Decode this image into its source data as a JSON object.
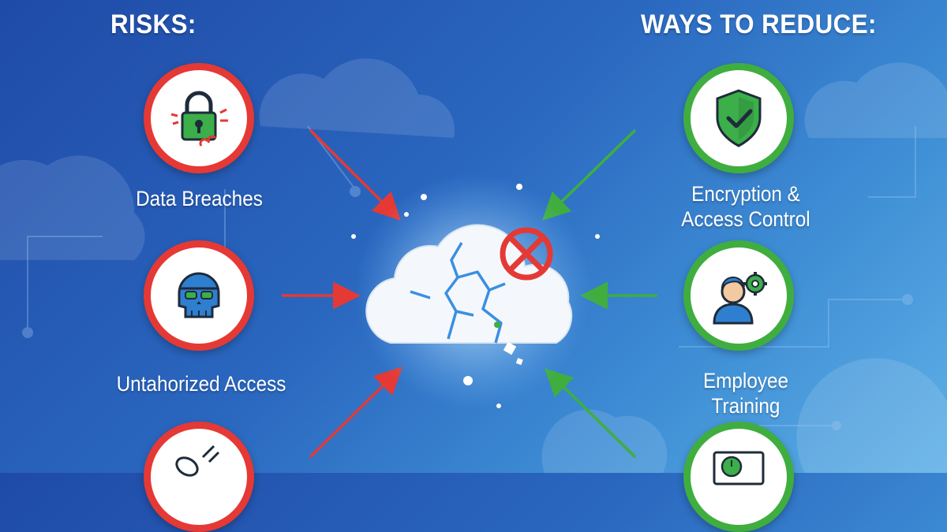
{
  "headings": {
    "risks": "RISKS:",
    "ways_to_reduce": "WAYS TO REDUCE:"
  },
  "risks": [
    {
      "label": "Data Breaches",
      "icon": "broken-padlock-icon"
    },
    {
      "label": "Untahorized Access",
      "icon": "hacker-skull-icon"
    },
    {
      "label": "",
      "icon": "broken-cable-icon"
    }
  ],
  "mitigations": [
    {
      "label_line1": "Encryption &",
      "label_line2": "Access Control",
      "icon": "shield-check-icon"
    },
    {
      "label_line1": "Employee",
      "label_line2": "Training",
      "icon": "person-gear-icon"
    },
    {
      "label_line1": "",
      "label_line2": "",
      "icon": "monitor-clock-icon"
    }
  ],
  "center": {
    "icon": "cracked-cloud-icon",
    "overlay_icon": "prohibited-icon"
  },
  "colors": {
    "risk": "#e53935",
    "mitigation": "#3fae3f",
    "background_top": "#1f4aa8",
    "background_bottom": "#5fb0e6"
  }
}
